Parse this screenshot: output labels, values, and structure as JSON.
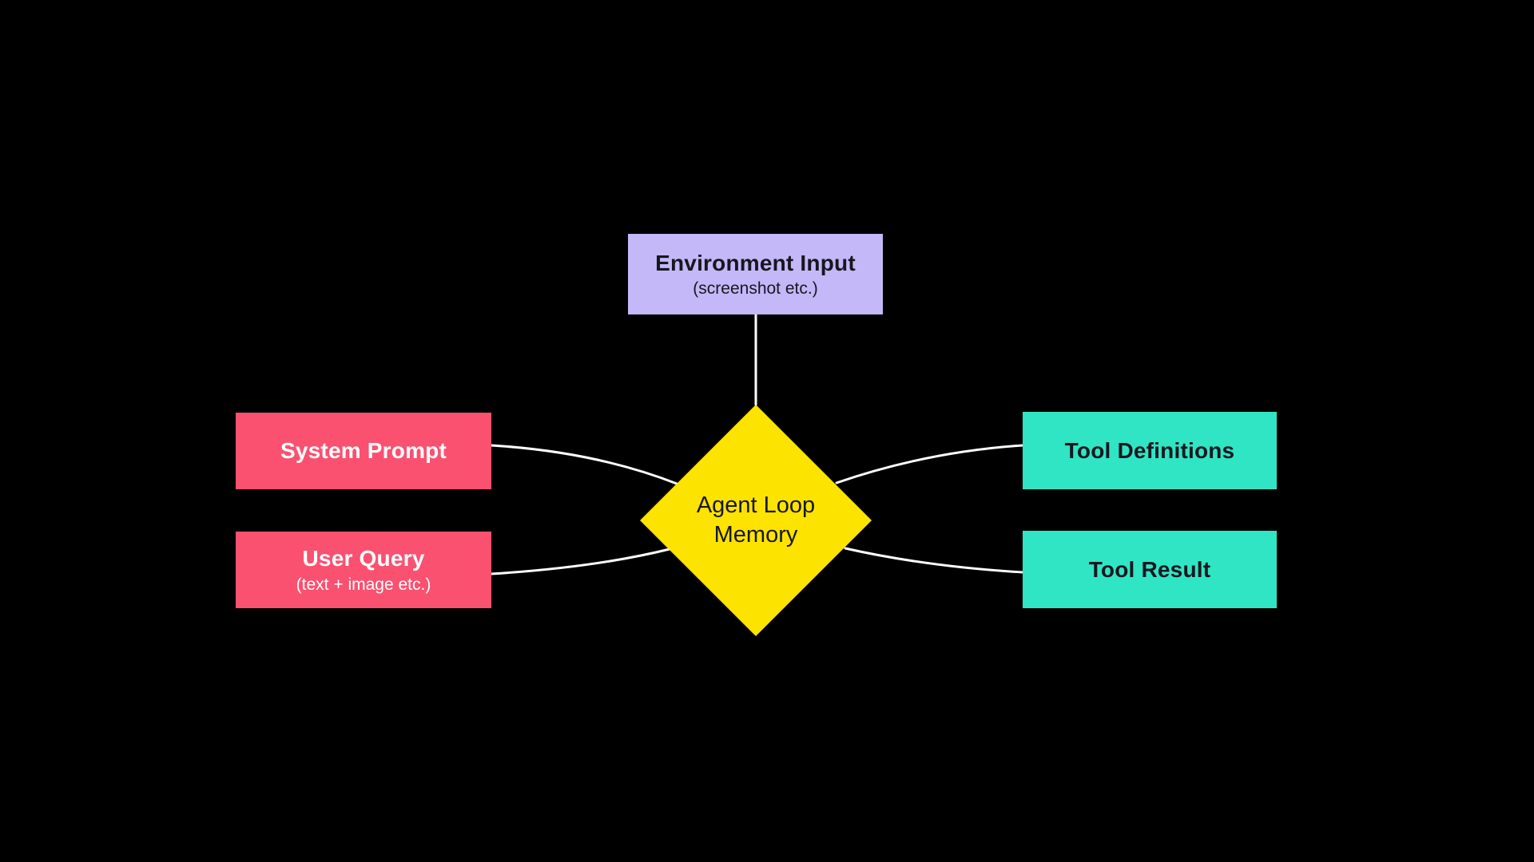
{
  "diagram": {
    "nodes": {
      "environment": {
        "label": "Environment Input",
        "sublabel": "(screenshot etc.)"
      },
      "system_prompt": {
        "label": "System Prompt"
      },
      "user_query": {
        "label": "User Query",
        "sublabel": "(text + image etc.)"
      },
      "agent_loop": {
        "line1": "Agent Loop",
        "line2": "Memory"
      },
      "tool_definitions": {
        "label": "Tool Definitions"
      },
      "tool_result": {
        "label": "Tool Result"
      }
    },
    "colors": {
      "background": "#000000",
      "connector": "#ffffff",
      "environment_box": "#c4b8f8",
      "prompt_box": "#fa5170",
      "tool_box": "#30e5c4",
      "loop_diamond": "#fde300",
      "text_dark": "#17171f",
      "text_light": "#ffffff"
    }
  }
}
